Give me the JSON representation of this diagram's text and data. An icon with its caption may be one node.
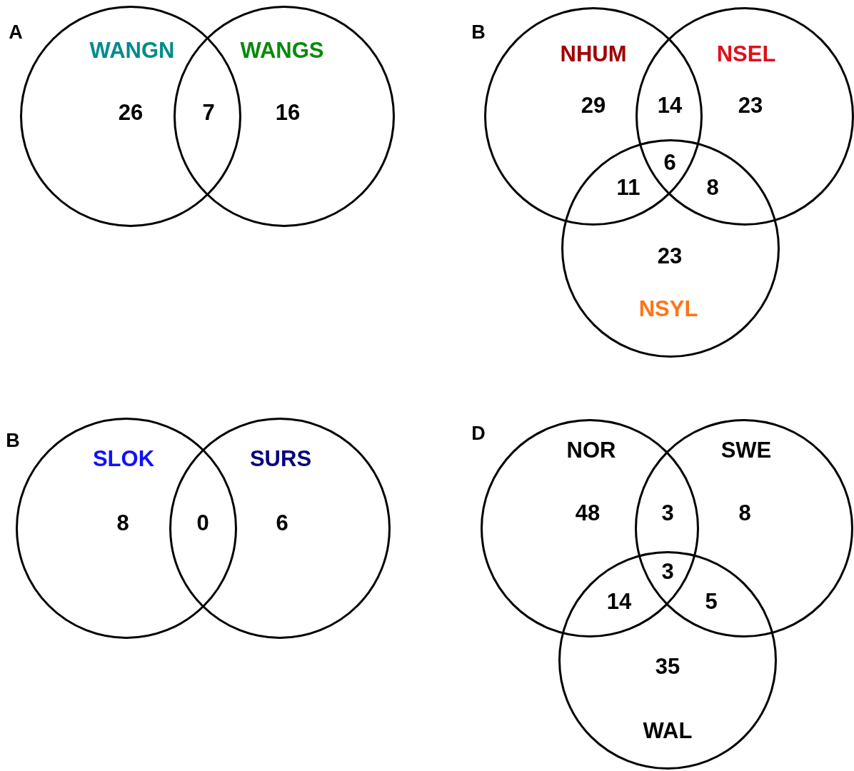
{
  "diagram": {
    "nodes": [
      {
        "text": [
          "WANGN"
        ]
      },
      {
        "text": [
          "WANGS"
        ]
      },
      {
        "text": [
          "NHUM"
        ]
      },
      {
        "text": [
          "NSEL"
        ]
      },
      {
        "text": [
          "NSYL"
        ]
      },
      {
        "text": [
          "SLOK"
        ]
      },
      {
        "text": [
          "SURS"
        ]
      },
      {
        "text": [
          "NOR"
        ]
      },
      {
        "text": [
          "SWE"
        ]
      },
      {
        "text": [
          "WAL"
        ]
      }
    ],
    "labels": [
      "A",
      "26",
      "7",
      "16",
      "B",
      "29",
      "14",
      "23",
      "6",
      "11",
      "8",
      "23",
      "B",
      "8",
      "0",
      "6",
      "D",
      "48",
      "3",
      "8",
      "3",
      "14",
      "5",
      "35"
    ]
  }
}
